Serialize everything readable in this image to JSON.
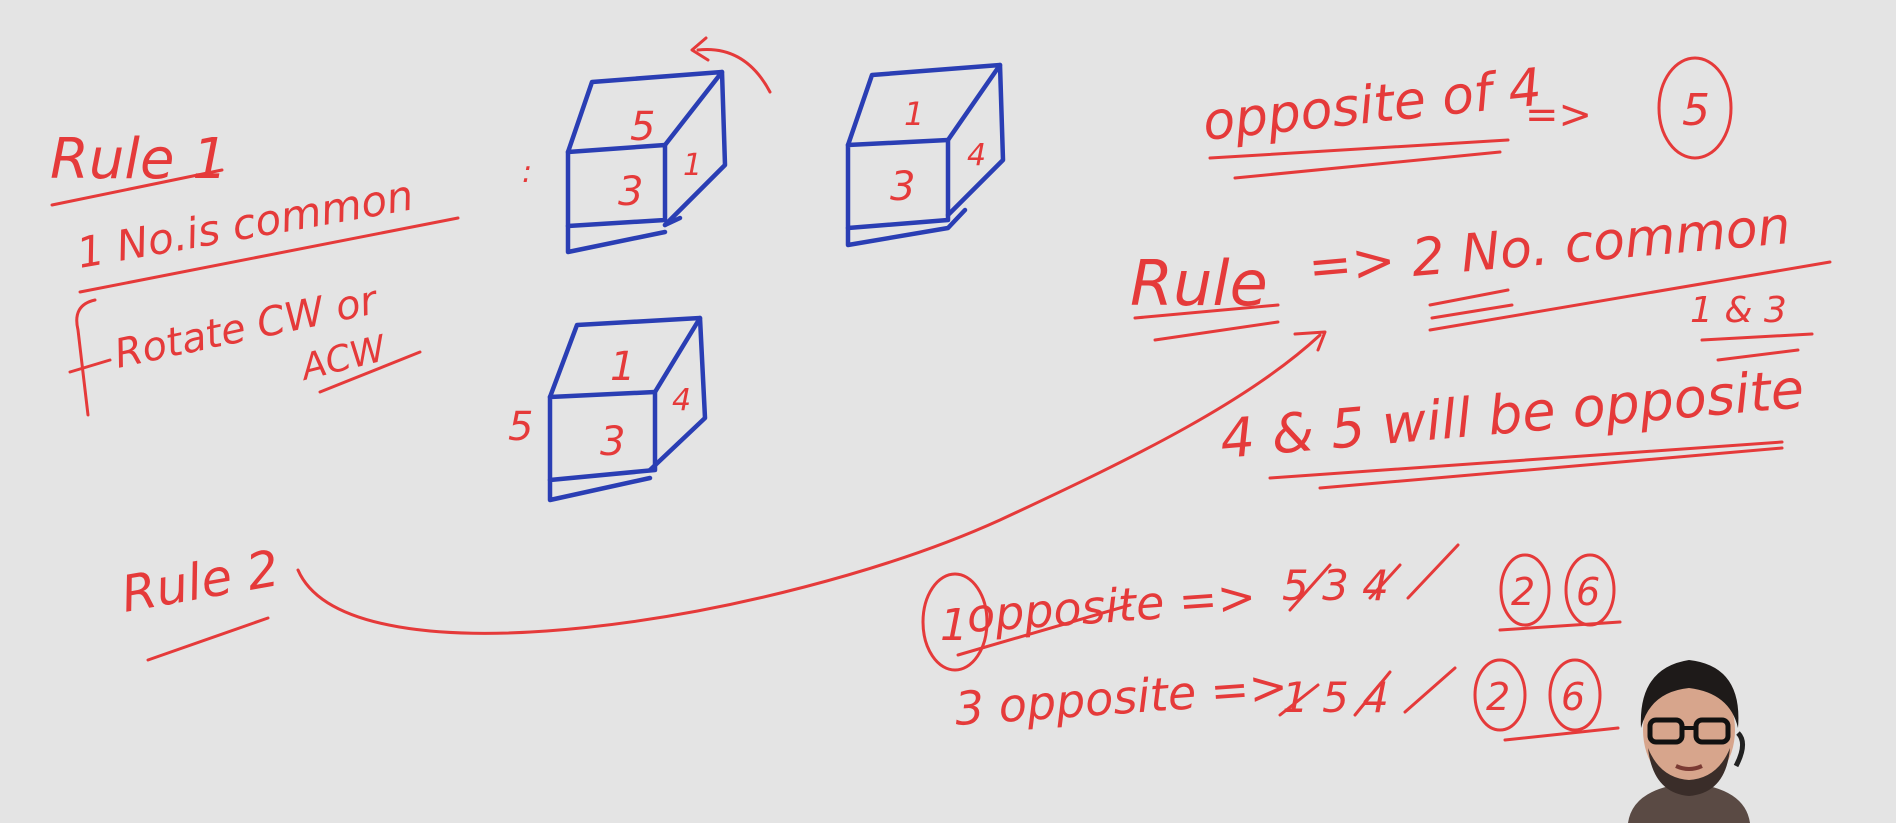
{
  "colors": {
    "background": "#e4e4e4",
    "red_ink": "#e53a3a",
    "blue_ink": "#2a3eb4"
  },
  "left_notes": {
    "rule1": "Rule 1",
    "line1": "1 No.is common",
    "line2": "Rotate CW or",
    "line3": "ACW",
    "rule2": "Rule 2"
  },
  "cubes": [
    {
      "top": "5",
      "front": "3",
      "side": "1",
      "left": ""
    },
    {
      "top": "1",
      "front": "3",
      "side": "4",
      "left": ""
    },
    {
      "top": "1",
      "front": "3",
      "side": "4",
      "left": "5"
    }
  ],
  "right_notes": {
    "opposite_of_4": "opposite of 4",
    "arrow": "=>",
    "answer": "5",
    "rule_label": "Rule",
    "rule_text": "=> 2 No. common",
    "common_numbers": "1 & 3",
    "conclusion": "4 & 5 will be opposite",
    "line_a_num": "1",
    "line_a_text": "opposite =>",
    "line_a_struck": "5  3  4",
    "line_a_circled_1": "2",
    "line_a_circled_2": "6",
    "line_b_text": "3 opposite =>",
    "line_b_struck": "1  5  4",
    "line_b_circled_1": "2",
    "line_b_circled_2": "6"
  },
  "presenter": {
    "icon": "presenter-avatar-icon"
  }
}
